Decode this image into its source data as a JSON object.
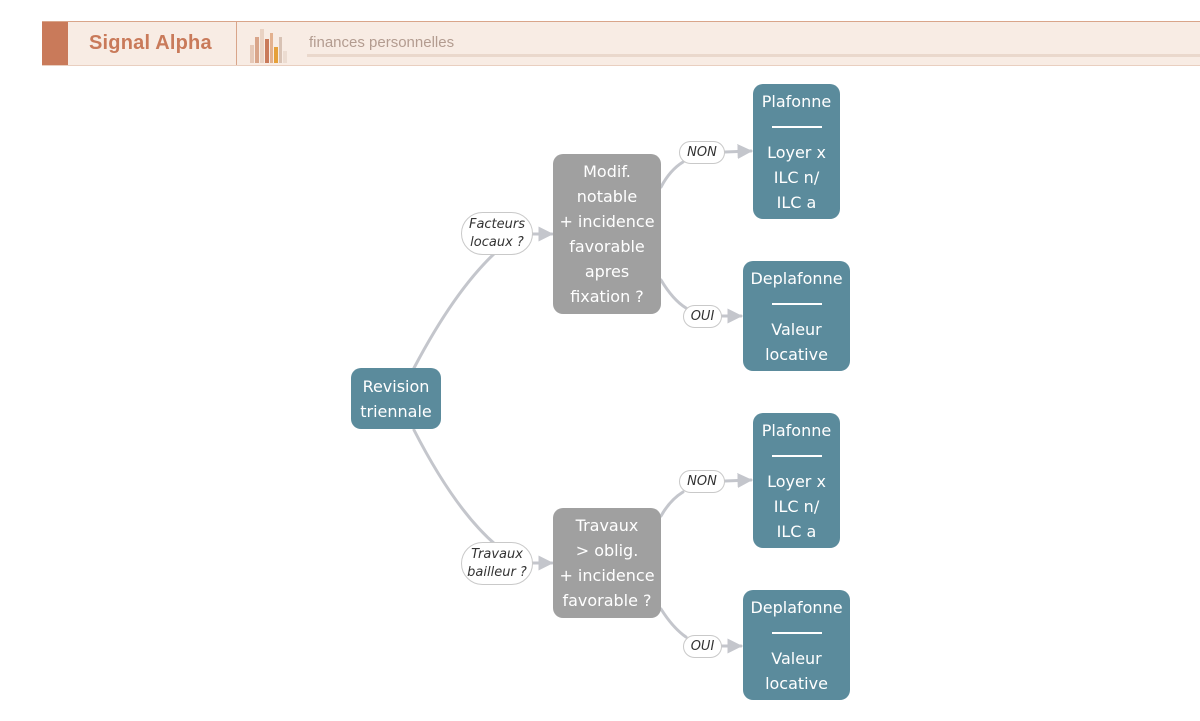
{
  "header": {
    "brand": "Signal Alpha",
    "subtitle": "finances personnelles",
    "accent_color": "#c97a5a",
    "icon": "bar-chart-icon"
  },
  "diagram": {
    "root": {
      "lines": [
        "Revision",
        "triennale"
      ]
    },
    "branch_top": {
      "condition": [
        "Facteurs",
        "locaux ?"
      ],
      "question": [
        "Modif.",
        "notable",
        "+ incidence",
        "favorable",
        "apres",
        "fixation ?"
      ],
      "no_label": "NON",
      "no_result": {
        "title": "Plafonne",
        "body": [
          "Loyer x",
          "ILC n/",
          "ILC a"
        ]
      },
      "yes_label": "OUI",
      "yes_result": {
        "title": "Deplafonne",
        "body": [
          "Valeur",
          "locative"
        ]
      }
    },
    "branch_bottom": {
      "condition": [
        "Travaux",
        "bailleur ?"
      ],
      "question": [
        "Travaux",
        "> oblig.",
        "+ incidence",
        "favorable ?"
      ],
      "no_label": "NON",
      "no_result": {
        "title": "Plafonne",
        "body": [
          "Loyer x",
          "ILC n/",
          "ILC a"
        ]
      },
      "yes_label": "OUI",
      "yes_result": {
        "title": "Deplafonne",
        "body": [
          "Valeur",
          "locative"
        ]
      }
    },
    "colors": {
      "result_node": "#5b8b9c",
      "question_node": "#a0a0a0",
      "connector": "#c4c6cc"
    }
  }
}
